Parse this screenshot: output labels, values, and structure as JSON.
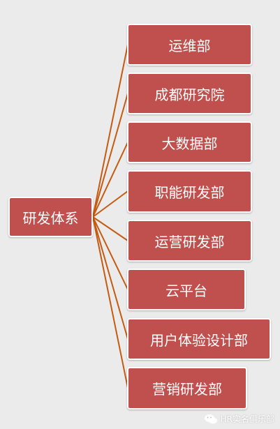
{
  "root": {
    "label": "研发体系"
  },
  "children": [
    {
      "label": "运维部"
    },
    {
      "label": "成都研究院"
    },
    {
      "label": "大数据部"
    },
    {
      "label": "职能研发部"
    },
    {
      "label": "运营研发部"
    },
    {
      "label": "云平台"
    },
    {
      "label": "用户体验设计部"
    },
    {
      "label": "营销研发部"
    }
  ],
  "watermark": {
    "text": "HR实名俱乐部",
    "icon": "wechat-icon"
  },
  "colors": {
    "background": "#ebebeb",
    "node_fill": "#c0504d",
    "node_border": "#ffffff",
    "connector": "#c55a11"
  }
}
